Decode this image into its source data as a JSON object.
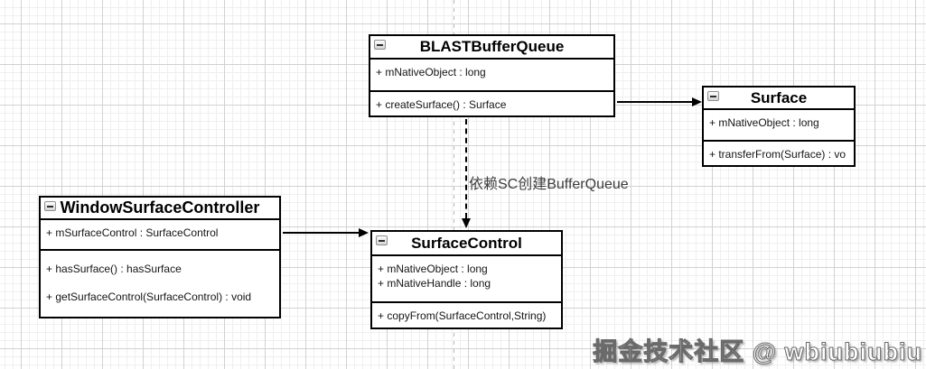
{
  "canvas": {
    "background": "#ffffff",
    "grid_minor_color": "#efefef",
    "grid_major_color": "#d2d2d2",
    "guide_line_color": "#b7b7b7",
    "shape_stroke_color": "#000000"
  },
  "classes": [
    {
      "name": "BLASTBufferQueue",
      "attributes": [
        "+ mNativeObject : long"
      ],
      "methods": [
        "+ createSurface() : Surface"
      ]
    },
    {
      "name": "Surface",
      "attributes": [
        "+ mNativeObject : long"
      ],
      "methods": [
        "+ transferFrom(Surface) : vo"
      ]
    },
    {
      "name": "WindowSurfaceController",
      "attributes": [
        "+ mSurfaceControl : SurfaceControl"
      ],
      "methods": [
        "+ hasSurface() : hasSurface",
        "+ getSurfaceControl(SurfaceControl) : void"
      ]
    },
    {
      "name": "SurfaceControl",
      "attributes": [
        "+ mNativeObject : long",
        "+ mNativeHandle : long"
      ],
      "methods": [
        "+ copyFrom(SurfaceControl,String)"
      ]
    }
  ],
  "edges": [
    {
      "from": "BLASTBufferQueue",
      "to": "Surface",
      "style": "solid-arrow",
      "label": ""
    },
    {
      "from": "WindowSurfaceController",
      "to": "SurfaceControl",
      "style": "solid-arrow",
      "label": ""
    },
    {
      "from": "BLASTBufferQueue",
      "to": "SurfaceControl",
      "style": "dashed-arrow",
      "label": "依赖SC创建BufferQueue"
    }
  ],
  "watermark": {
    "text": "掘金技术社区 @ wbiubiubiu"
  }
}
